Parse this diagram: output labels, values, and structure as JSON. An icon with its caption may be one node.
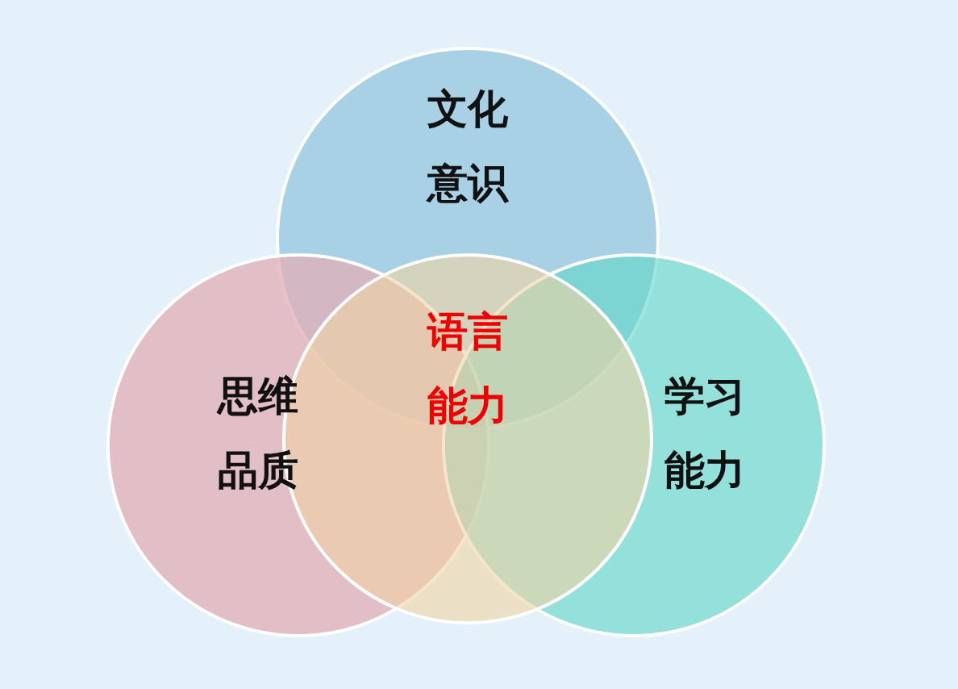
{
  "diagram": {
    "nodes": [
      {
        "text": [
          "文化意识"
        ]
      },
      {
        "text": [
          "思维品质"
        ]
      },
      {
        "text": [
          "学习能力"
        ]
      },
      {
        "text": [
          "语言能力"
        ]
      }
    ]
  }
}
